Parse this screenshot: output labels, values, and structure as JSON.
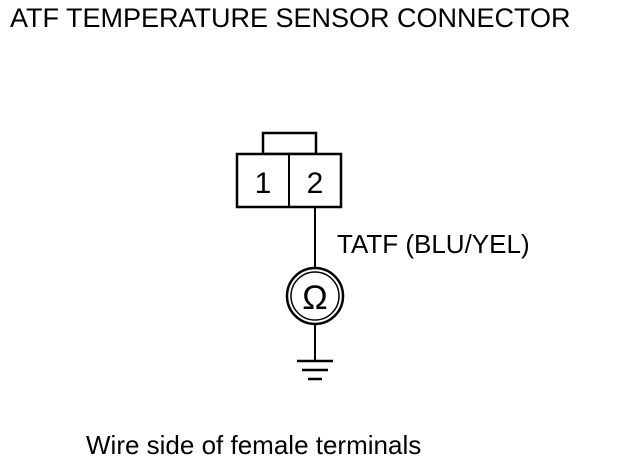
{
  "diagram": {
    "title": "ATF TEMPERATURE SENSOR CONNECTOR",
    "connector": {
      "pins": [
        "1",
        "2"
      ]
    },
    "wire_label": "TATF (BLU/YEL)",
    "meter_symbol": "Ω",
    "meter_icon": "ohmmeter-icon",
    "ground_icon": "ground-icon",
    "caption": "Wire side of female terminals",
    "colors": {
      "line": "#000000",
      "background": "#ffffff"
    }
  }
}
